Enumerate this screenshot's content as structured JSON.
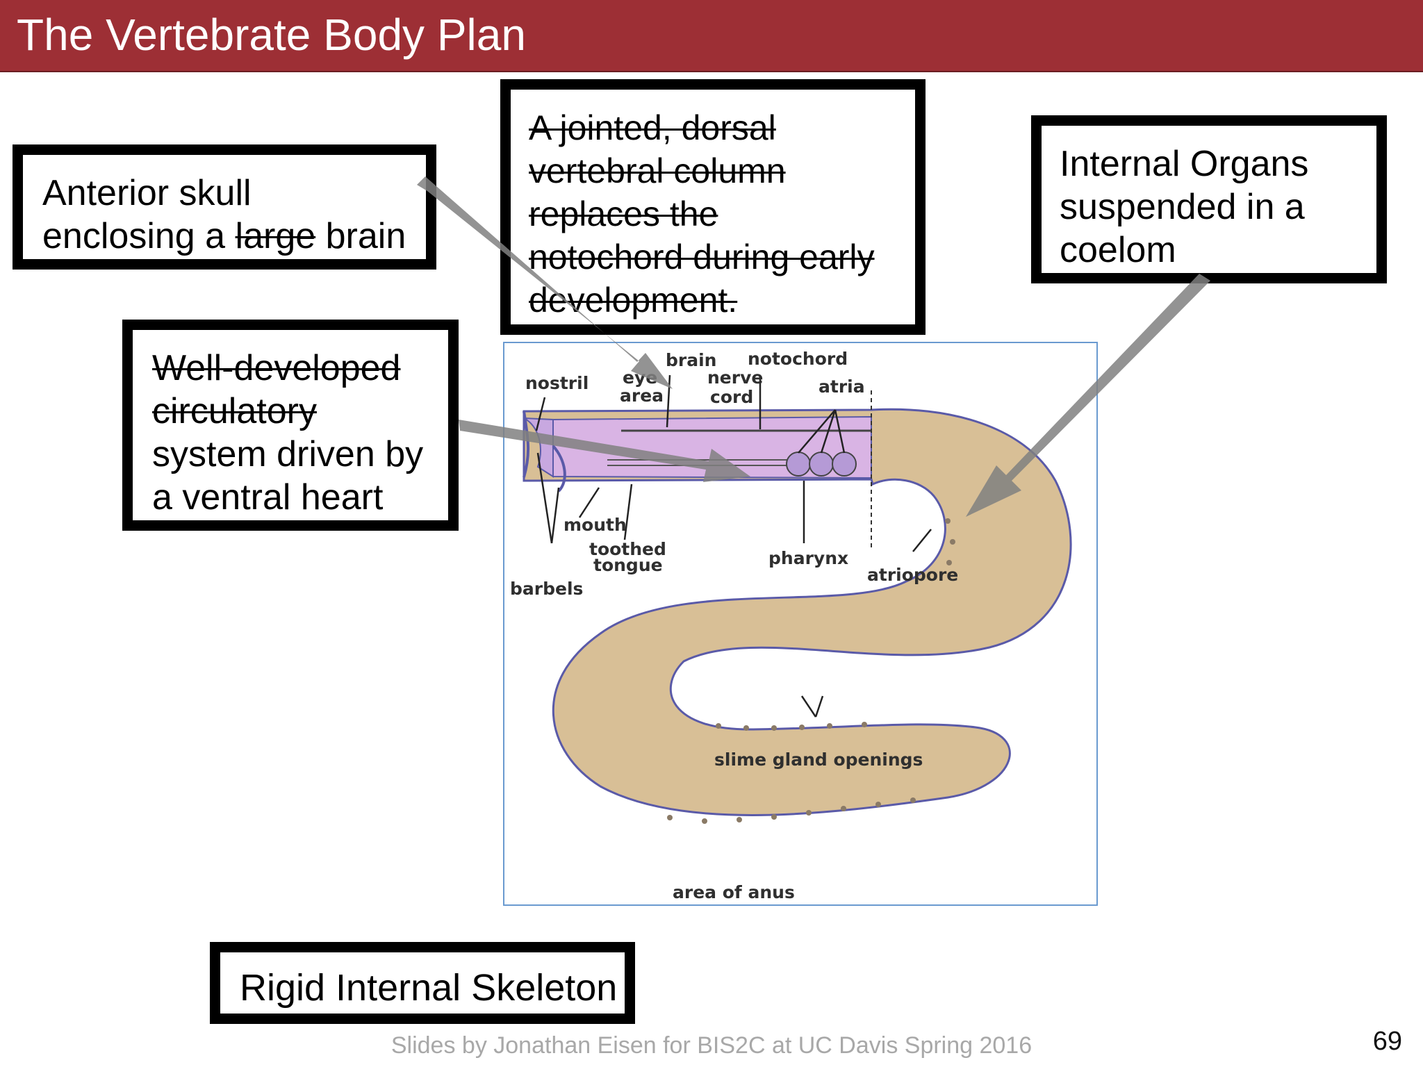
{
  "slide": {
    "title": "The Vertebrate Body Plan",
    "footer": "Slides by Jonathan Eisen for BIS2C at UC Davis Spring 2016",
    "page_number": "69"
  },
  "colors": {
    "header_bg": "#9d2f35",
    "arrow": "#808080",
    "body_tan": "#d8bf96",
    "pharynx_purple": "#d9b4e4",
    "outline_blue": "#5a5aa8"
  },
  "callouts": {
    "skull": {
      "line1": "Anterior skull",
      "line2_prefix": "enclosing a ",
      "line2_struck": "large",
      "line2_suffix": " brain"
    },
    "vertebral": {
      "lines_struck": [
        "A jointed, dorsal",
        "vertebral column",
        "replaces the",
        "notochord during early",
        "development."
      ]
    },
    "coelom": {
      "lines": [
        "Internal Organs",
        "suspended in a",
        "coelom"
      ]
    },
    "circulatory": {
      "lines_struck": [
        "Well-developed",
        "circulatory"
      ],
      "lines": [
        "system driven by",
        "a ventral heart"
      ]
    },
    "skeleton": {
      "text": "Rigid Internal Skeleton"
    }
  },
  "diagram": {
    "labels": {
      "brain": "brain",
      "notochord": "notochord",
      "nostril": "nostril",
      "eye": "eye",
      "area": "area",
      "nerve": "nerve",
      "cord": "cord",
      "atria": "atria",
      "mouth": "mouth",
      "toothed": "toothed",
      "tongue": "tongue",
      "barbels": "barbels",
      "pharynx": "pharynx",
      "atriopore": "atriopore",
      "slime_gland_openings": "slime gland openings",
      "area_of_anus": "area of anus"
    }
  }
}
